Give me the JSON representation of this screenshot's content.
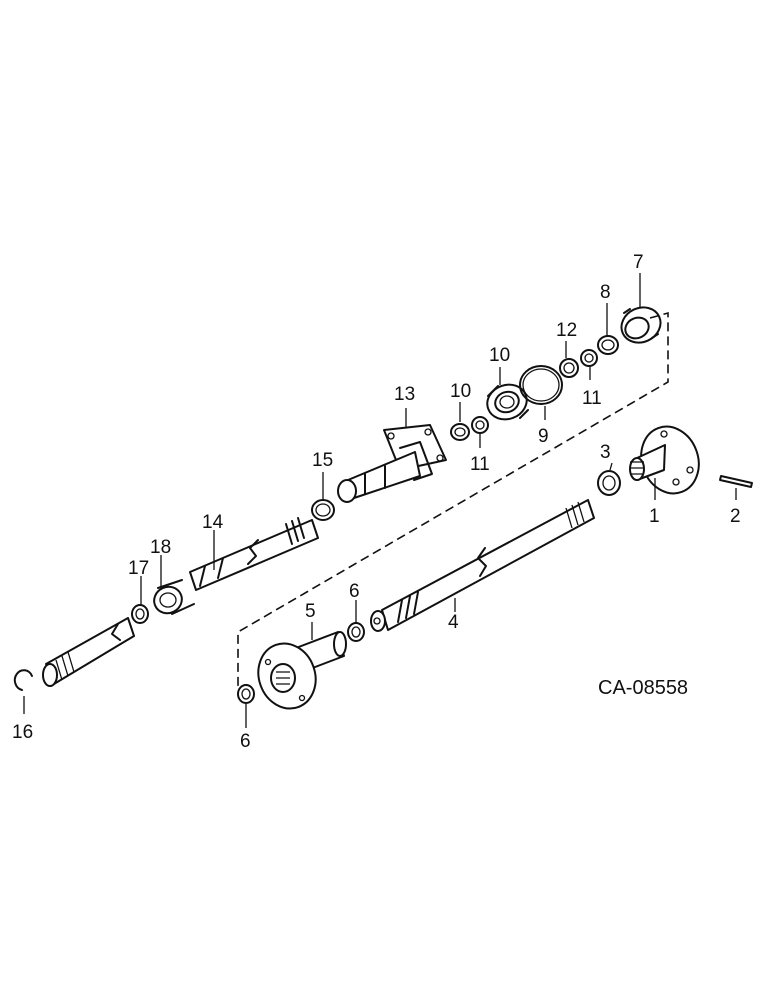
{
  "figure_code": "CA-08558",
  "callouts": [
    {
      "id": "c1",
      "text": "1"
    },
    {
      "id": "c2",
      "text": "2"
    },
    {
      "id": "c3",
      "text": "3"
    },
    {
      "id": "c4",
      "text": "4"
    },
    {
      "id": "c5",
      "text": "5"
    },
    {
      "id": "c6a",
      "text": "6"
    },
    {
      "id": "c6b",
      "text": "6"
    },
    {
      "id": "c7",
      "text": "7"
    },
    {
      "id": "c8",
      "text": "8"
    },
    {
      "id": "c9",
      "text": "9"
    },
    {
      "id": "c10a",
      "text": "10"
    },
    {
      "id": "c10b",
      "text": "10"
    },
    {
      "id": "c11a",
      "text": "11"
    },
    {
      "id": "c11b",
      "text": "11"
    },
    {
      "id": "c12",
      "text": "12"
    },
    {
      "id": "c13",
      "text": "13"
    },
    {
      "id": "c14",
      "text": "14"
    },
    {
      "id": "c15",
      "text": "15"
    },
    {
      "id": "c16",
      "text": "16"
    },
    {
      "id": "c17",
      "text": "17"
    },
    {
      "id": "c18",
      "text": "18"
    }
  ]
}
